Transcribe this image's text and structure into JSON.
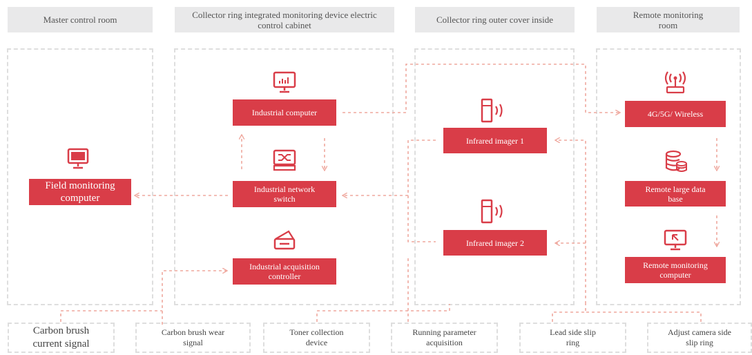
{
  "headers": {
    "master": "Master control room",
    "cabinet": "Collector ring integrated monitoring device electric control cabinet",
    "outer": "Collector ring outer cover inside",
    "remote": "Remote monitoring room"
  },
  "nodes": {
    "field_computer": "Field monitoring computer",
    "industrial_computer": "Industrial computer",
    "network_switch": "Industrial network switch",
    "acquisition_controller": "Industrial acquisition controller",
    "infrared_1": "Infrared imager 1",
    "infrared_2": "Infrared imager 2",
    "wireless": "4G/5G/ Wireless",
    "big_data": "Remote large data base",
    "remote_computer": "Remote monitoring computer"
  },
  "inputs": {
    "carbon_current": "Carbon brush current signal",
    "carbon_wear": "Carbon brush wear signal",
    "toner": "Toner collection device",
    "running_param": "Running parameter acquisition",
    "lead_slip": "Lead side slip ring",
    "camera_slip": "Adjust camera side slip ring"
  },
  "colors": {
    "accent": "#d93d48",
    "connector": "#efa89e",
    "zone_border": "#dedede",
    "header_bg": "#e9e9ea"
  },
  "icons": [
    "monitor-icon",
    "network-switch-icon",
    "acquisition-controller-icon",
    "infrared-camera-icon",
    "wireless-antenna-icon",
    "database-icon"
  ]
}
